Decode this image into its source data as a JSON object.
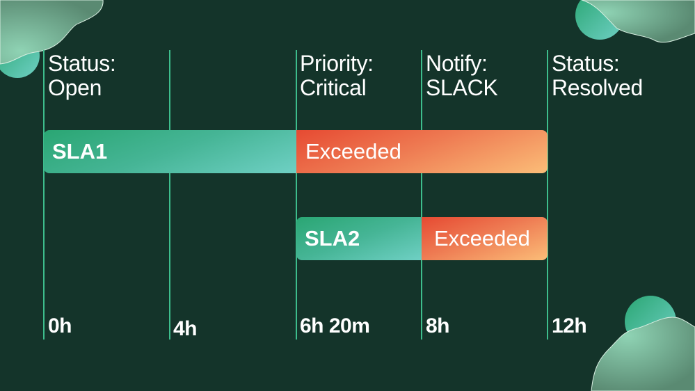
{
  "diagram": {
    "colors": {
      "background": "#14342a",
      "gridline": "#3dbd8c",
      "within_sla_start": "#2aa673",
      "within_sla_end": "#6fd0c4",
      "exceeded_start": "#e64a32",
      "exceeded_end": "#fbbd78",
      "text": "#ffffff"
    },
    "events": [
      {
        "line1": "Status:",
        "line2": "Open"
      },
      {
        "line1": "",
        "line2": ""
      },
      {
        "line1": "Priority:",
        "line2": "Critical"
      },
      {
        "line1": "Notify:",
        "line2": "SLACK"
      },
      {
        "line1": "Status:",
        "line2": "Resolved"
      }
    ],
    "time_ticks": [
      "0h",
      "4h",
      "6h 20m",
      "8h",
      "12h"
    ],
    "sla_bars": [
      {
        "name": "SLA1",
        "within_label": "SLA1",
        "exceeded_label": "Exceeded",
        "start": "0h",
        "breach": "6h 20m",
        "end": "12h"
      },
      {
        "name": "SLA2",
        "within_label": "SLA2",
        "exceeded_label": "Exceeded",
        "start": "6h 20m",
        "breach": "8h",
        "end": "12h"
      }
    ]
  }
}
